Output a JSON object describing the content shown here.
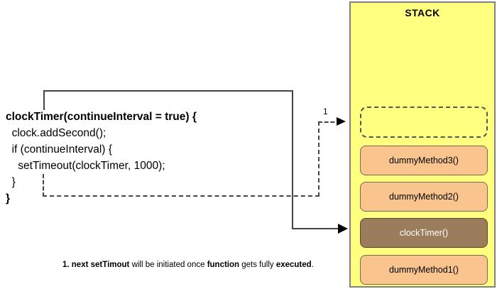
{
  "diagram": {
    "code": {
      "lines": [
        {
          "text": "clockTimer(continueInterval = true) {",
          "bold": true
        },
        {
          "text": "  clock.addSecond();",
          "bold": false
        },
        {
          "text": "  if (continueInterval) {",
          "bold": false
        },
        {
          "text": "    setTimeout(clockTimer, 1000);",
          "bold": false
        },
        {
          "text": "  }",
          "bold": false
        },
        {
          "text": "}",
          "bold": true
        }
      ],
      "line_0": "clockTimer(continueInterval = true) {",
      "line_1": "  clock.addSecond();",
      "line_2": "  if (continueInterval) {",
      "line_3": "    setTimeout(clockTimer, 1000);",
      "line_4": "  }",
      "line_5": "}"
    },
    "connectors": {
      "step_label": "1"
    },
    "footer_note": {
      "part_1_bold": "1. next setTimout",
      "part_2": " will be initiated once ",
      "part_3_bold": "function",
      "part_4": " gets fully ",
      "part_5_bold": "executed",
      "part_6": "."
    }
  },
  "stack": {
    "title": "STACK",
    "empty_slot_label": "",
    "frames": [
      {
        "label": "dummyMethod3()",
        "state": "normal"
      },
      {
        "label": "dummyMethod2()",
        "state": "normal"
      },
      {
        "label": "clockTimer()",
        "state": "active"
      },
      {
        "label": "dummyMethod1()",
        "state": "normal"
      }
    ]
  },
  "colors": {
    "stack_background": "#ffff80",
    "stack_border": "#808080",
    "frame_normal": "#f9c48e",
    "frame_active": "#9b7d5d",
    "line": "#444444"
  }
}
